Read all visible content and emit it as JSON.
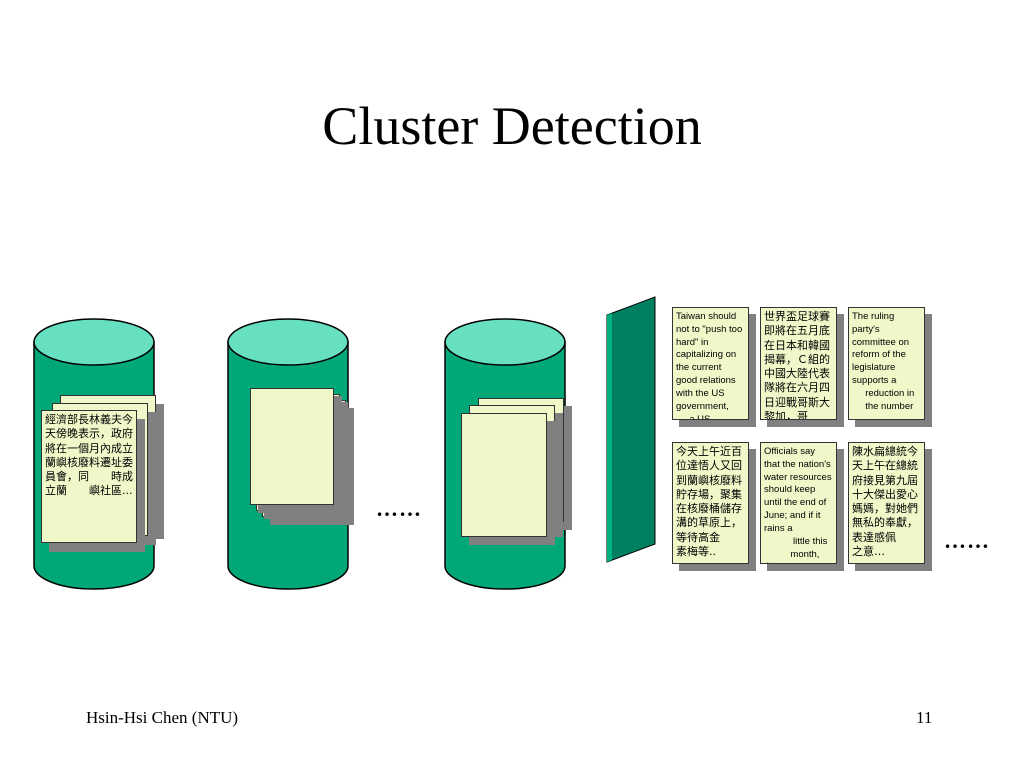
{
  "slide": {
    "title": "Cluster Detection",
    "footer_author": "Hsin-Hsi Chen (NTU)",
    "page_number": "11",
    "ellipsis_middle": "……",
    "ellipsis_right": "……"
  },
  "cylinder_doc_text": "經濟部長林義夫今天傍晚表示，政府將在一個月內成立蘭嶼核廢料遷址委員會，同　　時成立蘭　　嶼社區...",
  "documents": [
    {
      "text": "Taiwan should not to \"push too hard\" in capitalizing on the current good relations with the US government,\n     a US scholar."
    },
    {
      "text": "世界盃足球賽即將在五月底在日本和韓國揭幕，Ｃ組的中國大陸代表隊將在六月四日迎戰哥斯大　　黎加，哥"
    },
    {
      "text": "The ruling party's committee on reform of the legislature supports a\n     reduction in\n     the number"
    },
    {
      "text": "今天上午近百位達悟人又回到蘭嶼核廢料貯存場，聚集在核廢桶儲存溝的草原上，　　等待高金　　素梅等.."
    },
    {
      "text": "Officials say that the nation's water resources should keep until the end of June; and if it rains a\n           little this\n          month, the"
    },
    {
      "text": "陳水扁總統今天上午在總統府接見第九屆十大傑出愛心媽媽，對她們無私的奉獻，　　表達感佩　　之意…"
    }
  ],
  "colors": {
    "cylinder": "#00a878",
    "cylinder_top": "#66e0c0",
    "paper": "#f0f7c8",
    "separator": "#008060",
    "separator_side": "#00b080"
  }
}
